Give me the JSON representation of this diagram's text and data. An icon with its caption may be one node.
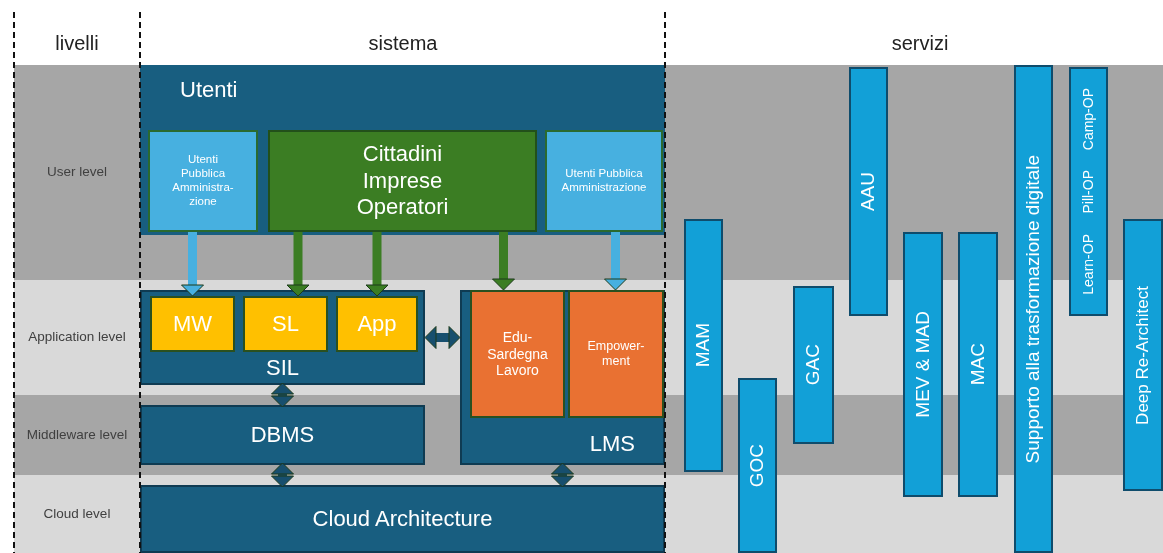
{
  "diagram": {
    "nodes": [
      {
        "text": [
          "User level"
        ]
      },
      {
        "text": [
          "Application level"
        ]
      },
      {
        "text": [
          "Middleware level"
        ]
      },
      {
        "text": [
          "Cloud level"
        ]
      },
      {
        "text": [
          "Utenti"
        ]
      },
      {
        "text": [
          "Utenti Pubblica Amministra-zione"
        ],
        "in": 4
      },
      {
        "text": [
          "Cittadini Imprese Operatori"
        ],
        "in": 4
      },
      {
        "text": [
          "Utenti Pubblica Amministrazione"
        ],
        "in": 4
      },
      {
        "text": [
          "SIL"
        ]
      },
      {
        "text": [
          "MW"
        ],
        "in": 8
      },
      {
        "text": [
          "SL"
        ],
        "in": 8
      },
      {
        "text": [
          "App"
        ],
        "in": 8
      },
      {
        "text": [
          "LMS"
        ]
      },
      {
        "text": [
          "Edu-Sardegna Lavoro"
        ],
        "in": 12
      },
      {
        "text": [
          "Empower-ment"
        ],
        "in": 12
      },
      {
        "text": [
          "DBMS"
        ]
      },
      {
        "text": [
          "Cloud Architecture"
        ]
      },
      {
        "text": [
          "MAM"
        ]
      },
      {
        "text": [
          "GOC"
        ]
      },
      {
        "text": [
          "GAC"
        ]
      },
      {
        "text": [
          "AAU"
        ]
      },
      {
        "text": [
          "MEV & MAD"
        ]
      },
      {
        "text": [
          "MAC"
        ]
      },
      {
        "text": [
          "Supporto alla trasformazione digitale"
        ]
      },
      {
        "text": [
          "Learn-OP",
          "Pill-OP",
          "Camp-OP"
        ]
      },
      {
        "text": [
          "Deep Re-Architect"
        ]
      }
    ],
    "edges": [
      {
        "from": 5,
        "to": 9,
        "arrow": "to",
        "color": "#47b0e0"
      },
      {
        "from": 6,
        "to": 10,
        "arrow": "to",
        "color": "#3b7d23"
      },
      {
        "from": 6,
        "to": 11,
        "arrow": "to",
        "color": "#3b7d23"
      },
      {
        "from": 6,
        "to": 13,
        "arrow": "to",
        "color": "#3b7d23"
      },
      {
        "from": 7,
        "to": 14,
        "arrow": "to",
        "color": "#47b0e0"
      },
      {
        "from": 8,
        "to": 15,
        "arrow": "both"
      },
      {
        "from": 8,
        "to": 12,
        "arrow": "both"
      },
      {
        "from": 15,
        "to": 16,
        "arrow": "both"
      },
      {
        "from": 12,
        "to": 16,
        "arrow": "both"
      }
    ],
    "labels": [
      "livelli",
      "sistema",
      "servizi"
    ]
  }
}
